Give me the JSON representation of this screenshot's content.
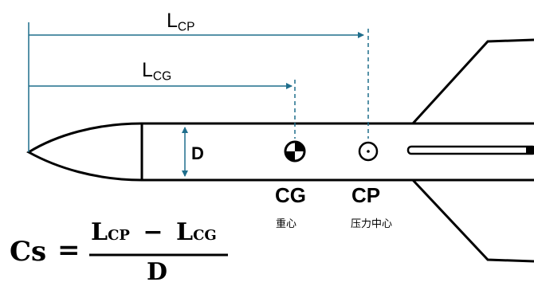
{
  "lengths": {
    "lcp_main": "L",
    "lcp_sub": "CP",
    "lcg_main": "L",
    "lcg_sub": "CG"
  },
  "diameter_label": "D",
  "points": {
    "cg": {
      "label": "CG",
      "sub_label": "重心"
    },
    "cp": {
      "label": "CP",
      "sub_label": "压力中心"
    }
  },
  "formula": {
    "lhs": "Cs",
    "equals": "=",
    "num_lcp_main": "L",
    "num_lcp_sub": "CP",
    "minus": "−",
    "num_lcg_main": "L",
    "num_lcg_sub": "CG",
    "denominator": "D"
  },
  "colors": {
    "dimension_line": "#1f6e8c",
    "outline": "#000000"
  }
}
